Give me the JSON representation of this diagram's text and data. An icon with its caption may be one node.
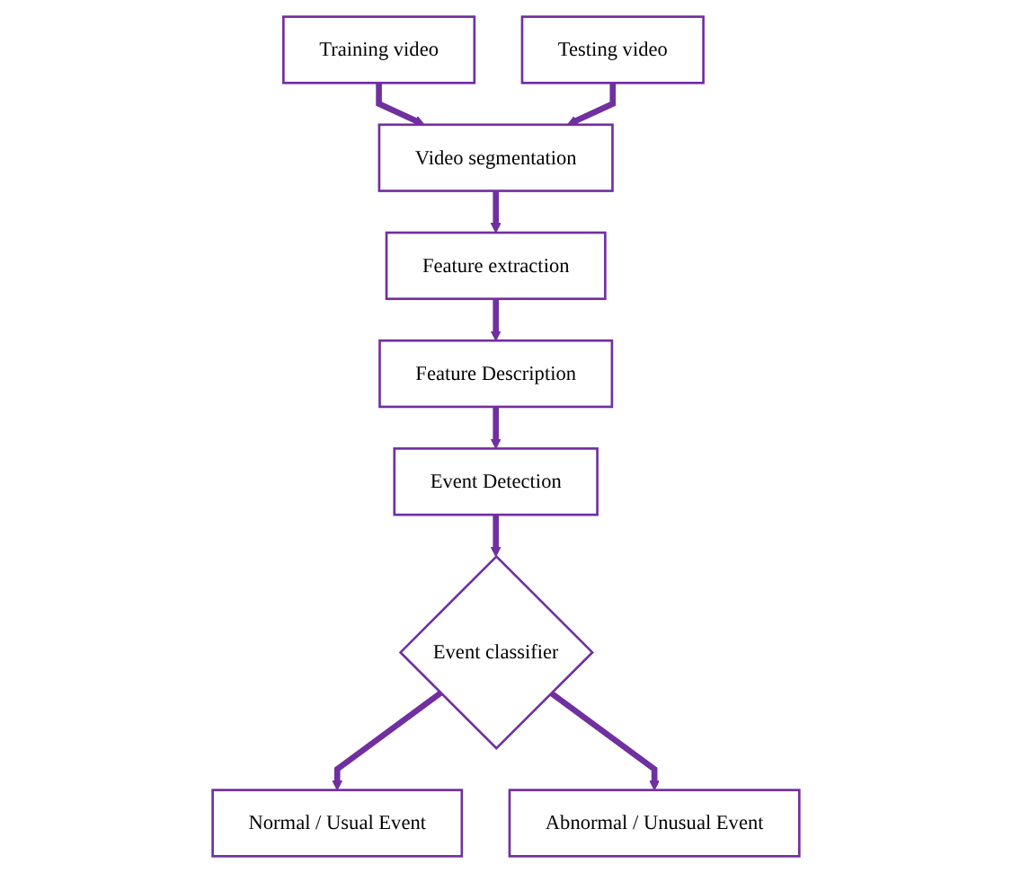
{
  "diagram": {
    "nodes": [
      {
        "text": [
          "Training video"
        ]
      },
      {
        "text": [
          "Video segmentation"
        ]
      },
      {
        "text": [
          "Testing video"
        ]
      },
      {
        "text": [
          "Feature extraction"
        ]
      },
      {
        "text": [
          "Feature Description"
        ]
      },
      {
        "text": [
          "Event Detection"
        ]
      },
      {
        "text": [
          "Event classifier"
        ]
      },
      {
        "text": [
          "Normal / Usual Event"
        ]
      },
      {
        "text": [
          "Abnormal / Unusual Event"
        ]
      }
    ],
    "edges": [
      {
        "from": 0,
        "to": 1,
        "arrow": "to"
      },
      {
        "from": 2,
        "to": 1,
        "arrow": "to"
      },
      {
        "from": 1,
        "to": 3,
        "arrow": "to"
      },
      {
        "from": 3,
        "to": 4,
        "arrow": "to"
      },
      {
        "from": 4,
        "to": 5,
        "arrow": "to"
      },
      {
        "from": 5,
        "to": 6,
        "arrow": "to"
      },
      {
        "from": 6,
        "to": 7,
        "arrow": "to"
      },
      {
        "from": 6,
        "to": 8,
        "arrow": "to"
      }
    ]
  }
}
